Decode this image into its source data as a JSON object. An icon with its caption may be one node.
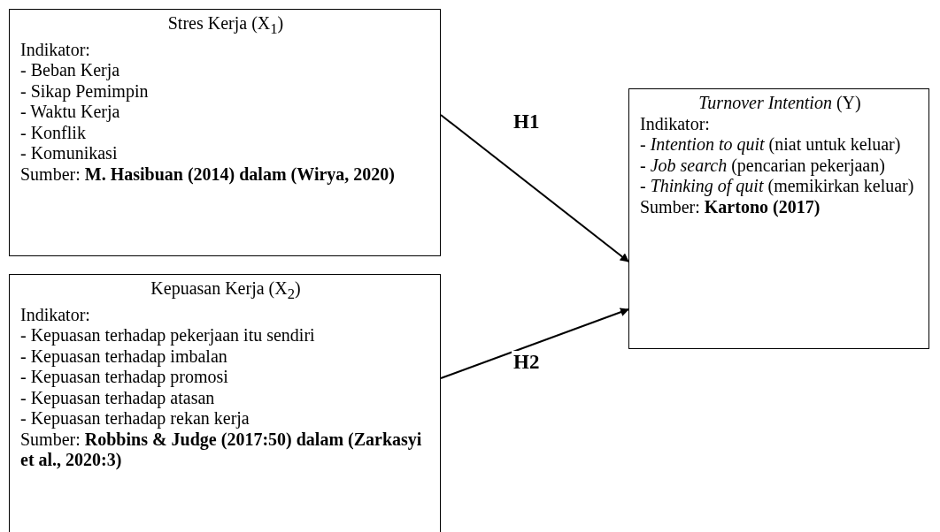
{
  "diagram": {
    "nodes": [
      {
        "text": [
          "Stres Kerja (X$_{1}$)",
          "Indikator:",
          "- Beban Kerja",
          "- Sikap Pemimpin",
          "- Waktu Kerja",
          "- Konflik",
          "- Komunikasi",
          "Sumber: **M. Hasibuan (2014) dalam (Wirya, 2020)**"
        ]
      },
      {
        "text": [
          "Kepuasan Kerja (X$_{2}$)",
          "Indikator:",
          "- Kepuasan terhadap pekerjaan itu sendiri",
          "- Kepuasan terhadap imbalan",
          "- Kepuasan terhadap promosi",
          "- Kepuasan terhadap atasan",
          "- Kepuasan terhadap rekan kerja",
          "Sumber: **Robbins & Judge (2017:50) dalam (Zarkasyi et al., 2020:3)**"
        ]
      },
      {
        "text": [
          "*Turnover Intention* (Y)",
          "Indikator:",
          "- *Intention to quit* (niat untuk keluar)",
          "- *Job search* (pencarian pekerjaan)",
          "- *Thinking of quit* (memikirkan keluar)",
          "Sumber: **Kartono (2017)**"
        ]
      }
    ],
    "edges": [
      {
        "from": 0,
        "to": 2,
        "arrow": "to",
        "label": "H1"
      },
      {
        "from": 1,
        "to": 2,
        "arrow": "to",
        "label": "H2"
      }
    ]
  }
}
